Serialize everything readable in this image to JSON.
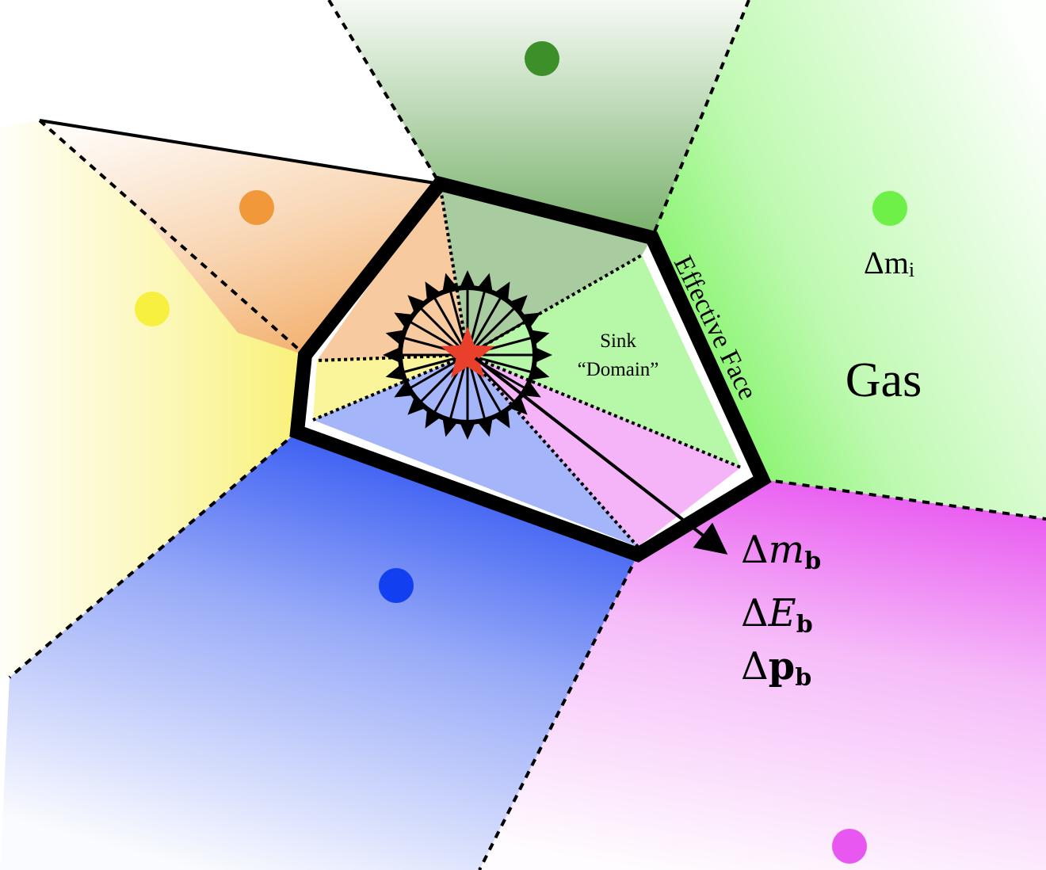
{
  "labels": {
    "sink_line1": "Sink",
    "sink_line2": "“Domain”",
    "effective_face": "Effective Face",
    "gas": "Gas",
    "delta_m_i_base": "Δm",
    "delta_m_i_sub": "i",
    "delta": "Δ",
    "boundary_sub": "b",
    "flux_symbols": [
      "m",
      "E",
      "p"
    ]
  },
  "colors": {
    "orange_cell": "#f0a050",
    "yellow_cell": "#f8f070",
    "dark_green_cell": "#3d8f2a",
    "light_green_cell": "#5ef03c",
    "blue_cell": "#1e46f0",
    "magenta_cell": "#e858f0",
    "sink_star": "#e8402a",
    "outline": "#000000"
  },
  "points": [
    {
      "name": "dark-green-gas-point",
      "color": "#3d8f2a"
    },
    {
      "name": "orange-gas-point",
      "color": "#f0983a"
    },
    {
      "name": "yellow-gas-point",
      "color": "#f8f040"
    },
    {
      "name": "light-green-gas-point",
      "color": "#6ef048"
    },
    {
      "name": "blue-gas-point",
      "color": "#1240f0"
    },
    {
      "name": "magenta-gas-point",
      "color": "#e858f0"
    }
  ]
}
